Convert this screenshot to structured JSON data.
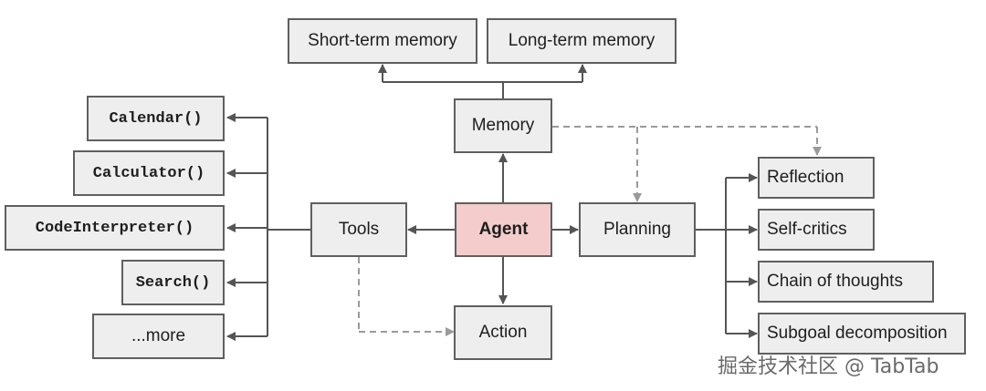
{
  "nodes": {
    "short_term_memory": "Short-term memory",
    "long_term_memory": "Long-term memory",
    "memory": "Memory",
    "agent": "Agent",
    "tools": "Tools",
    "planning": "Planning",
    "action": "Action",
    "calendar": "Calendar()",
    "calculator": "Calculator()",
    "code_interpreter": "CodeInterpreter()",
    "search": "Search()",
    "more": "...more",
    "reflection": "Reflection",
    "self_critics": "Self-critics",
    "chain_of_thoughts": "Chain of thoughts",
    "subgoal_decomposition": "Subgoal decomposition"
  },
  "colors": {
    "agent_fill": "#f4cccc",
    "node_fill": "#eeeeee",
    "border": "#5f5f5f",
    "dashed": "#a0a0a0"
  },
  "watermark": "掘金技术社区 @ TabTab"
}
